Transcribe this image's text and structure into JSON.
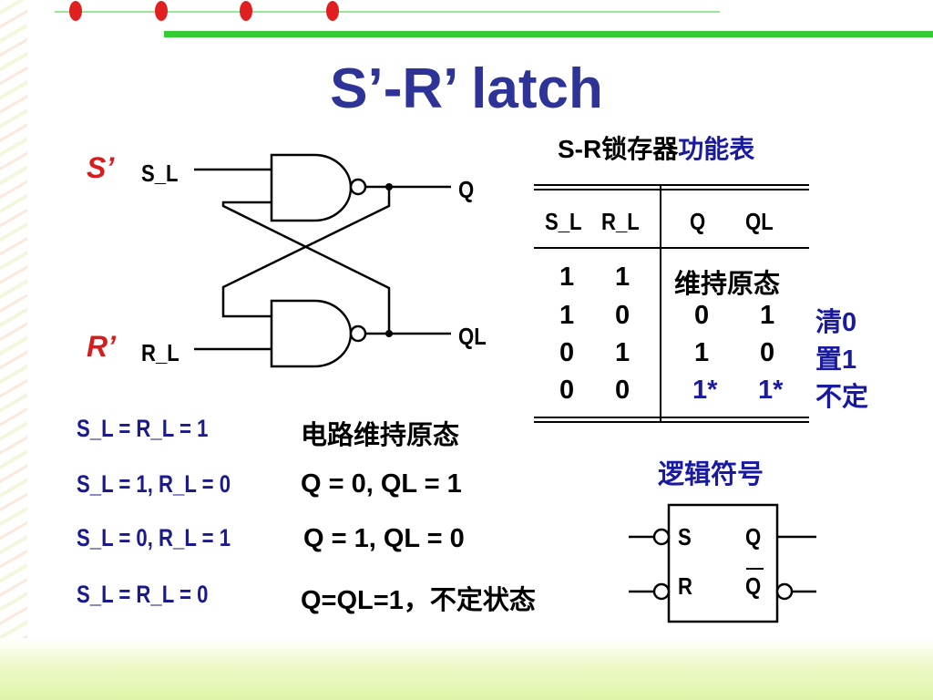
{
  "title": "S’-R’ latch",
  "colors": {
    "title": "#2e3397",
    "blue_text": "#1a1aa0",
    "red_text": "#d81c1c",
    "green_rule": "#33cc33",
    "bullet": "#e02020"
  },
  "circuit": {
    "s_prime": "S’",
    "r_prime": "R’",
    "input_s": "S_L",
    "input_r": "R_L",
    "output_q": "Q",
    "output_ql": "QL"
  },
  "table": {
    "caption_black": "S-R锁存器",
    "caption_blue": "功能表",
    "headers": {
      "sl": "S_L",
      "rl": "R_L",
      "q": "Q",
      "ql": "QL"
    },
    "rows": [
      {
        "sl": "1",
        "rl": "1",
        "state": "维持原态",
        "note": ""
      },
      {
        "sl": "1",
        "rl": "0",
        "q": "0",
        "ql": "1",
        "note": "清0"
      },
      {
        "sl": "0",
        "rl": "1",
        "q": "1",
        "ql": "0",
        "note": "置1"
      },
      {
        "sl": "0",
        "rl": "0",
        "q": "1*",
        "ql": "1*",
        "note": "不定"
      }
    ]
  },
  "conditions": [
    {
      "condition": "S_L = R_L = 1",
      "result": "电路维持原态"
    },
    {
      "condition": "S_L = 1, R_L = 0",
      "result": "Q = 0, QL = 1"
    },
    {
      "condition": "S_L = 0, R_L = 1",
      "result": "Q = 1, QL = 0"
    },
    {
      "condition": "S_L = R_L = 0",
      "result": "Q=QL=1，不定状态"
    }
  ],
  "symbol": {
    "caption": "逻辑符号",
    "s": "S",
    "r": "R",
    "q": "Q",
    "qbar": "Q"
  }
}
